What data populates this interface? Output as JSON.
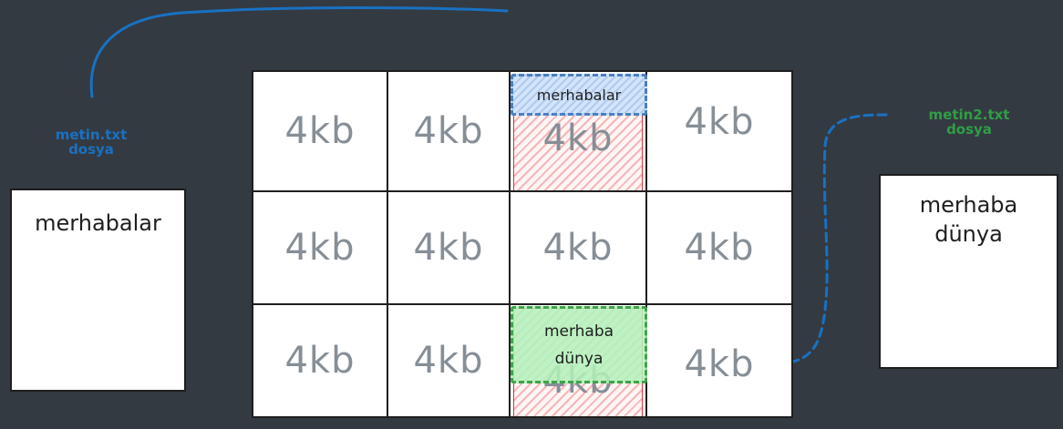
{
  "left_file": {
    "content": "merhabalar"
  },
  "right_file": {
    "content": "merhaba\ndünya"
  },
  "blocks": [
    "4kb",
    "4kb",
    "4kb",
    "4kb",
    "4kb",
    "4kb",
    "4kb",
    "4kb",
    "4kb",
    "4kb",
    "4kb",
    "4kb"
  ],
  "overlays": {
    "top_chunk": "merhabalar",
    "bottom_chunk": "merhaba\ndünya"
  },
  "notes": {
    "left_note": "metin.txt\ndosya",
    "right_note": "metin2.txt\ndosya"
  },
  "colors": {
    "background": "#343a42",
    "grid_stroke": "#1e1e1e",
    "block_label": "#868e96",
    "allocated_block": "#e03131",
    "left_file_chunk": "#4c7fc2",
    "right_file_chunk": "#40a34a",
    "arrow": "#1971c2"
  }
}
